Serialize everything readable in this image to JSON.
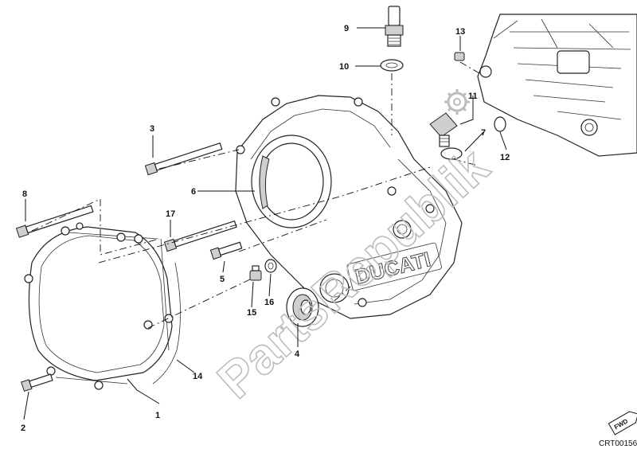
{
  "diagram": {
    "callouts": [
      "1",
      "2",
      "3",
      "4",
      "5",
      "6",
      "7",
      "8",
      "9",
      "10",
      "11",
      "12",
      "13",
      "14",
      "15",
      "16",
      "17"
    ],
    "cover_logo": "DUCATI",
    "watermark": "PartsRepublik",
    "fwd_label": "FWD",
    "code": "CRT00156"
  }
}
